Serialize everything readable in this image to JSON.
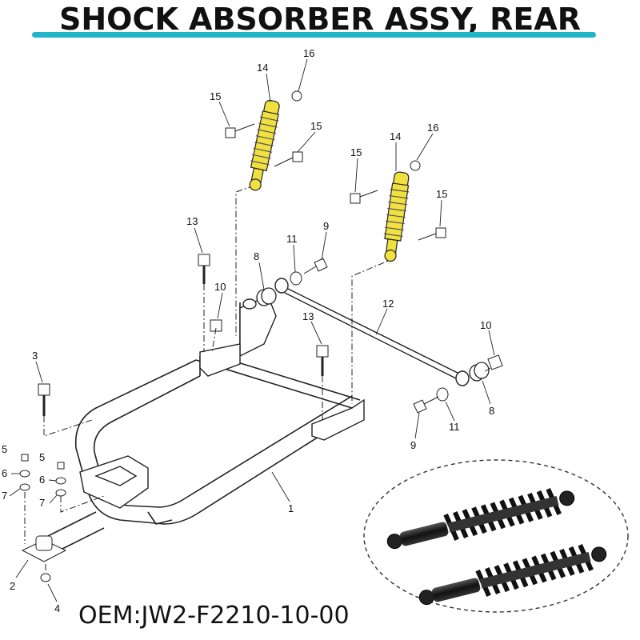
{
  "title": "SHOCK ABSORBER ASSY, REAR",
  "oem_label": "OEM:JW2-F2210-10-00",
  "colors": {
    "accent": "#1fb6c9",
    "spring": "#f0e040",
    "line": "#222222"
  },
  "callouts": [
    "14",
    "16",
    "15",
    "15",
    "14",
    "16",
    "15",
    "15",
    "13",
    "11",
    "9",
    "8",
    "10",
    "12",
    "10",
    "13",
    "3",
    "8",
    "11",
    "9",
    "5",
    "5",
    "6",
    "6",
    "7",
    "7",
    "1",
    "2",
    "4"
  ],
  "inset": {
    "description_icon": "shock-absorber-photo-icon"
  }
}
